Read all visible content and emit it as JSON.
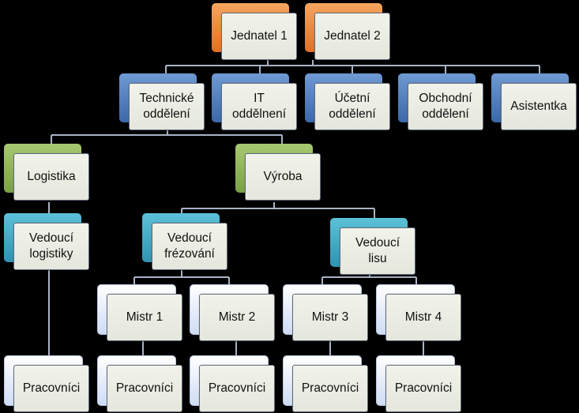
{
  "colors": {
    "orange": "#e88a3c",
    "blue": "#4f7ec0",
    "green": "#8fb45a",
    "teal": "#3fa9c8",
    "pale": "#dfe8f8",
    "box": "#eceee6",
    "line": "#a9b3c4"
  },
  "nodes": {
    "jednatel1": "Jednatel 1",
    "jednatel2": "Jednatel 2",
    "technicke": "Technické\noddělení",
    "it": "IT\noddělnení",
    "ucetni": "Účetní\noddělení",
    "obchodni": "Obchodní\noddělení",
    "asistentka": "Asistentka",
    "logistika": "Logistika",
    "vyroba": "Výroba",
    "vedouci_logistiky": "Vedoucí\nlogistiky",
    "vedouci_frezovani": "Vedoucí\nfrézování",
    "vedouci_lisu": "Vedoucí\nlisu",
    "mistr1": "Mistr 1",
    "mistr2": "Mistr 2",
    "mistr3": "Mistr 3",
    "mistr4": "Mistr 4",
    "pracovnici1": "Pracovníci",
    "pracovnici2": "Pracovníci",
    "pracovnici3": "Pracovníci",
    "pracovnici4": "Pracovníci",
    "pracovnici5": "Pracovníci"
  }
}
